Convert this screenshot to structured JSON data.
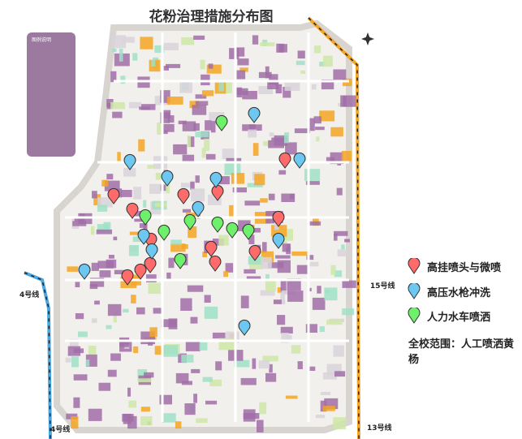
{
  "title": "花粉治理措施分布图",
  "legend": {
    "items": [
      {
        "label": "高挂喷头与微喷",
        "color": "#ff6b6b"
      },
      {
        "label": "高压水枪冲洗",
        "color": "#6cc8f0"
      },
      {
        "label": "人力水车喷洒",
        "color": "#6ff06a"
      }
    ],
    "note": "全校范围：人工喷洒黄杨"
  },
  "metro": {
    "line4_top": "4号线",
    "line4_bottom": "4号线",
    "line15": "15号线",
    "line13": "13号线"
  },
  "map_key": {
    "title": "图例说明"
  },
  "colors": {
    "red": "#ff6b6b",
    "blue": "#6cc8f0",
    "green": "#6ff06a",
    "building": "#a16fa8",
    "orange": "#f5a623",
    "mint": "#9fe0c8"
  },
  "marker_counts": {
    "red": 13,
    "blue": 11,
    "green": 8
  }
}
